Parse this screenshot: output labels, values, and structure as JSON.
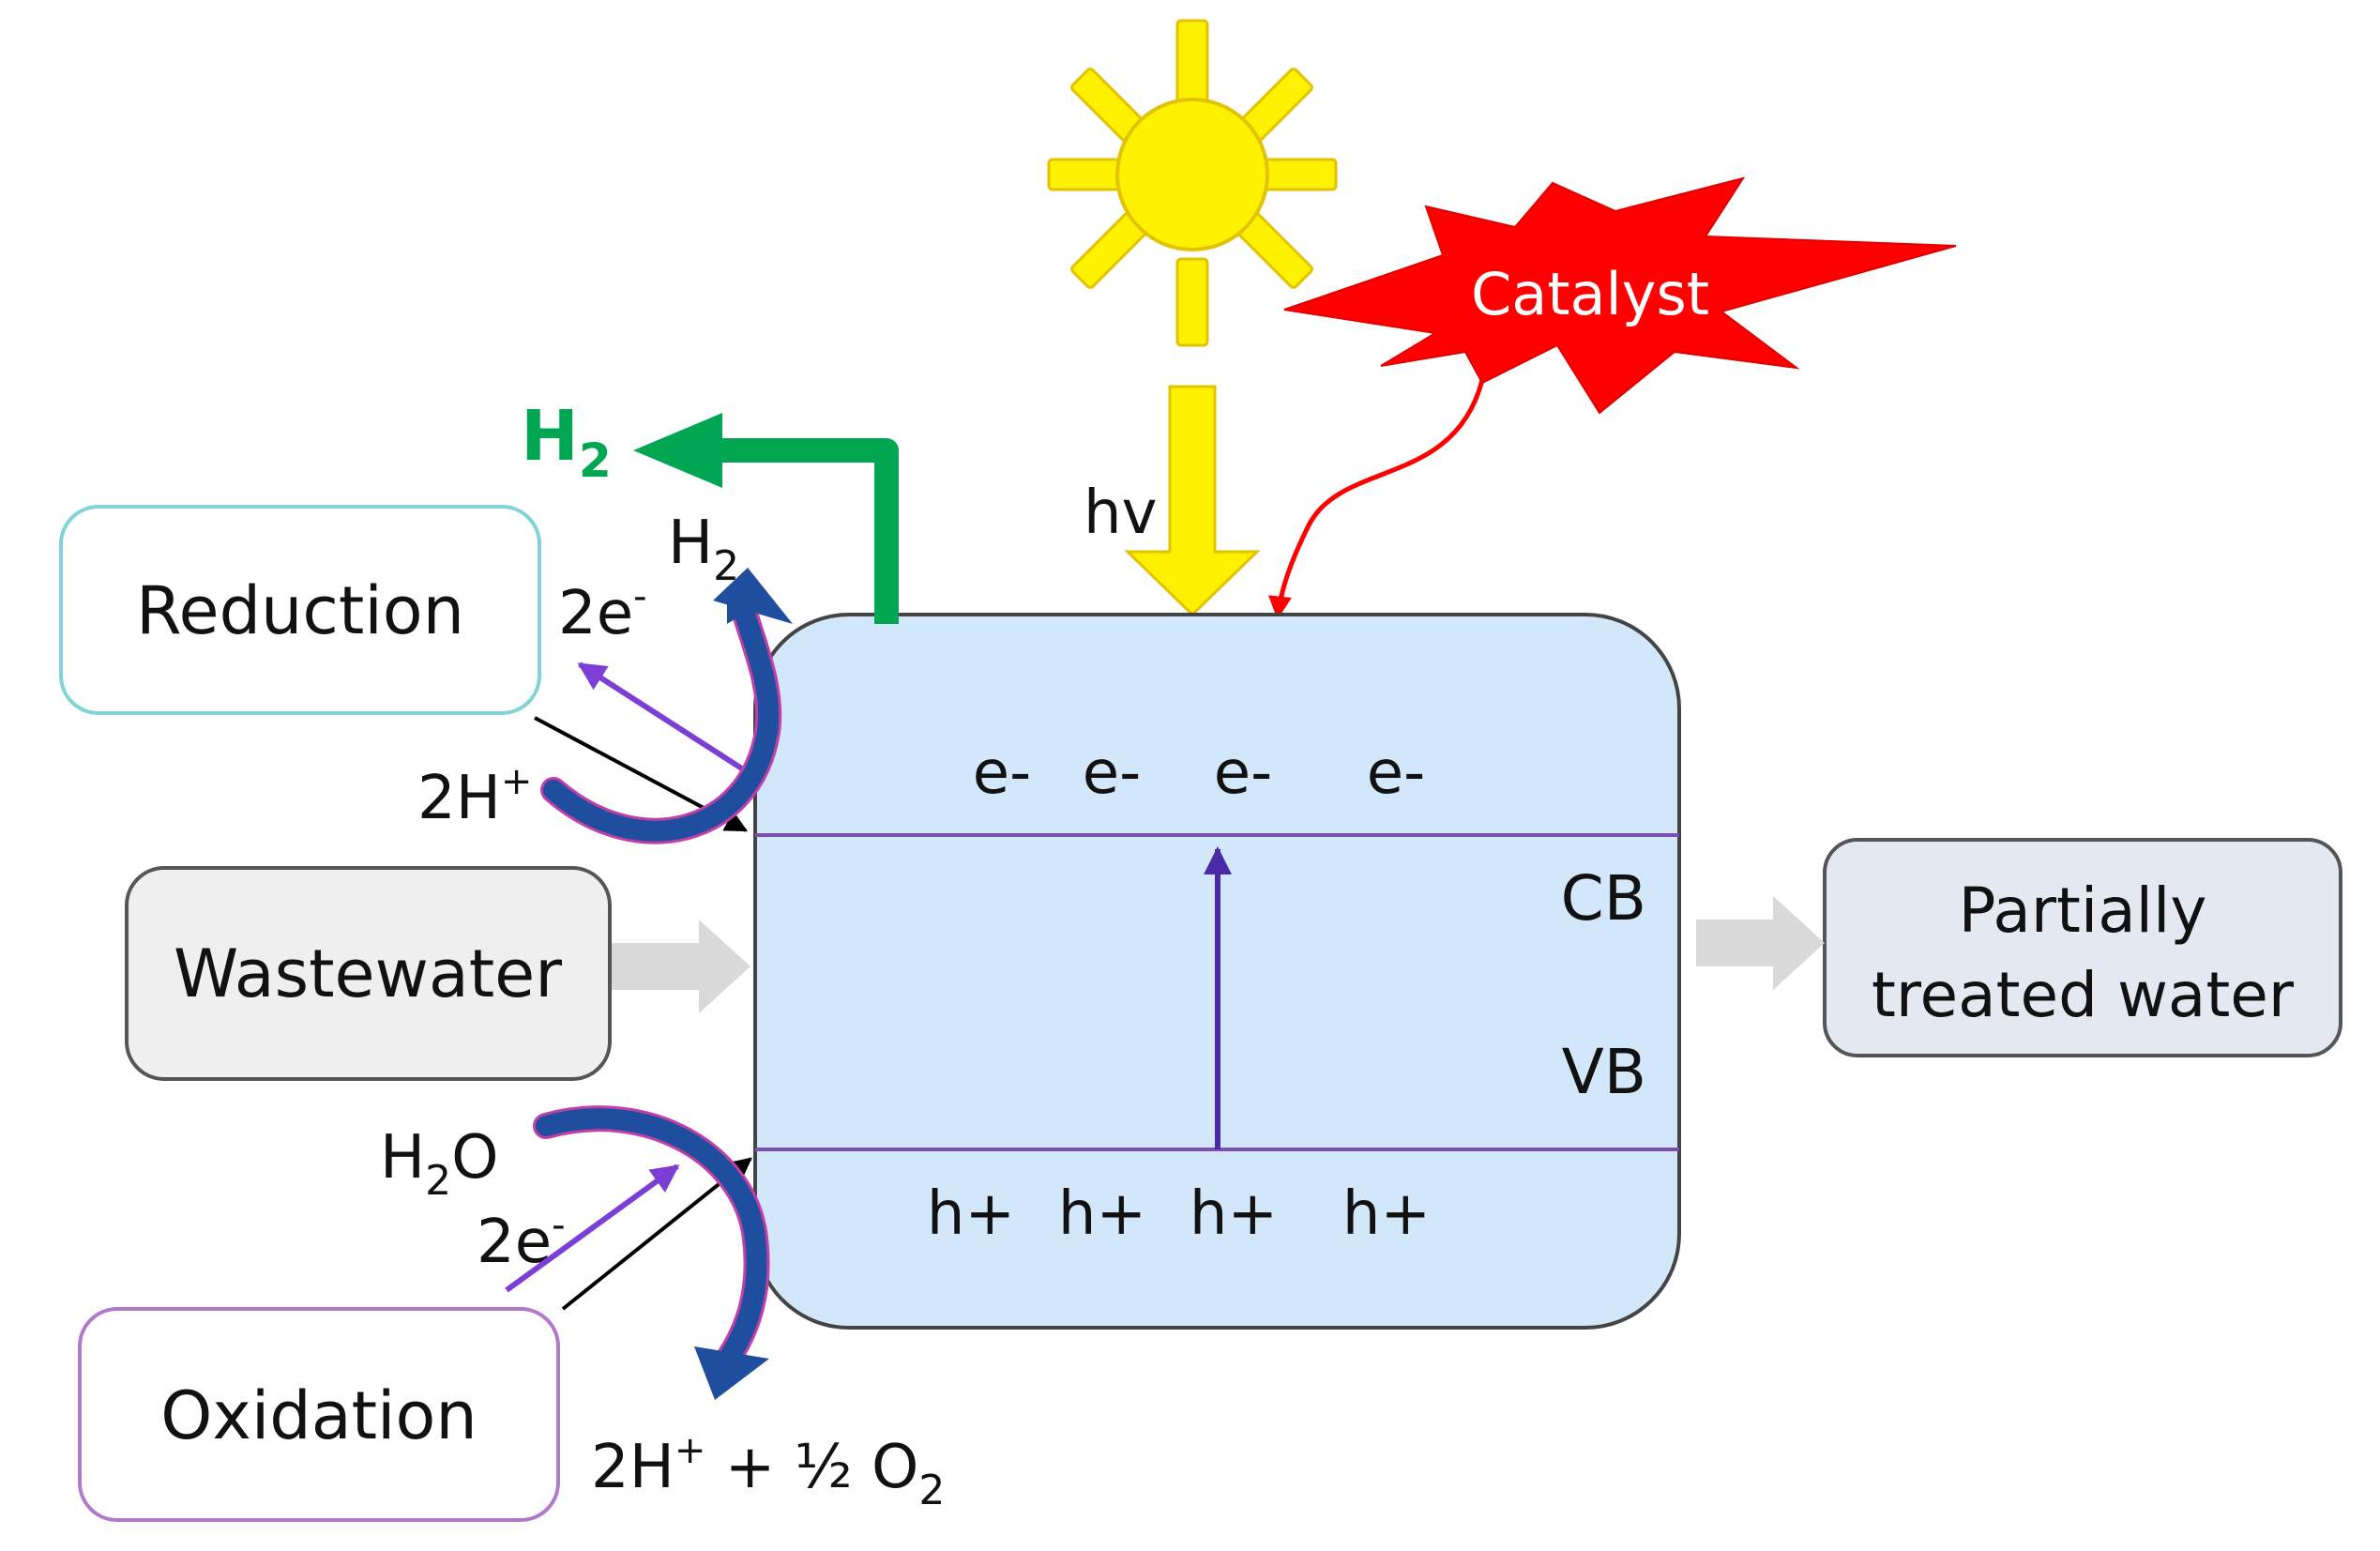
{
  "boxes": {
    "reduction": "Reduction",
    "wastewater": "Wastewater",
    "oxidation": "Oxidation",
    "partially_line1": "Partially",
    "partially_line2": "treated water"
  },
  "catalyst": "Catalyst",
  "photon": "hv",
  "bands": {
    "cb": "CB",
    "vb": "VB"
  },
  "electrons": [
    "e-",
    "e-",
    "e-",
    "e-"
  ],
  "holes": [
    "h+",
    "h+",
    "h+",
    "h+"
  ],
  "reduction_side": {
    "h2_product": "H",
    "h2_product_sub": "2",
    "h2_small": "H",
    "h2_small_sub": "2",
    "electrons": "2e",
    "electrons_sup": "-",
    "protons": "2H",
    "protons_sup": "+"
  },
  "oxidation_side": {
    "water": "H",
    "water_sub": "2",
    "water_tail": "O",
    "electrons": "2e",
    "electrons_sup": "-",
    "products_a": "2H",
    "products_a_sup": "+",
    "products_b": " + ½ O",
    "products_b_sub": "2"
  },
  "colors": {
    "cell_fill": "#d2e8fa",
    "band_line": "#7d4fb0",
    "sun": "#fff200",
    "sun_stroke": "#e3c200",
    "catalyst": "#ff0000",
    "h2_green": "#00a651",
    "blue_arrow": "#1f4e9e",
    "purple_arrow": "#7b3fd6",
    "gray_arrow": "#d9d9d9"
  }
}
